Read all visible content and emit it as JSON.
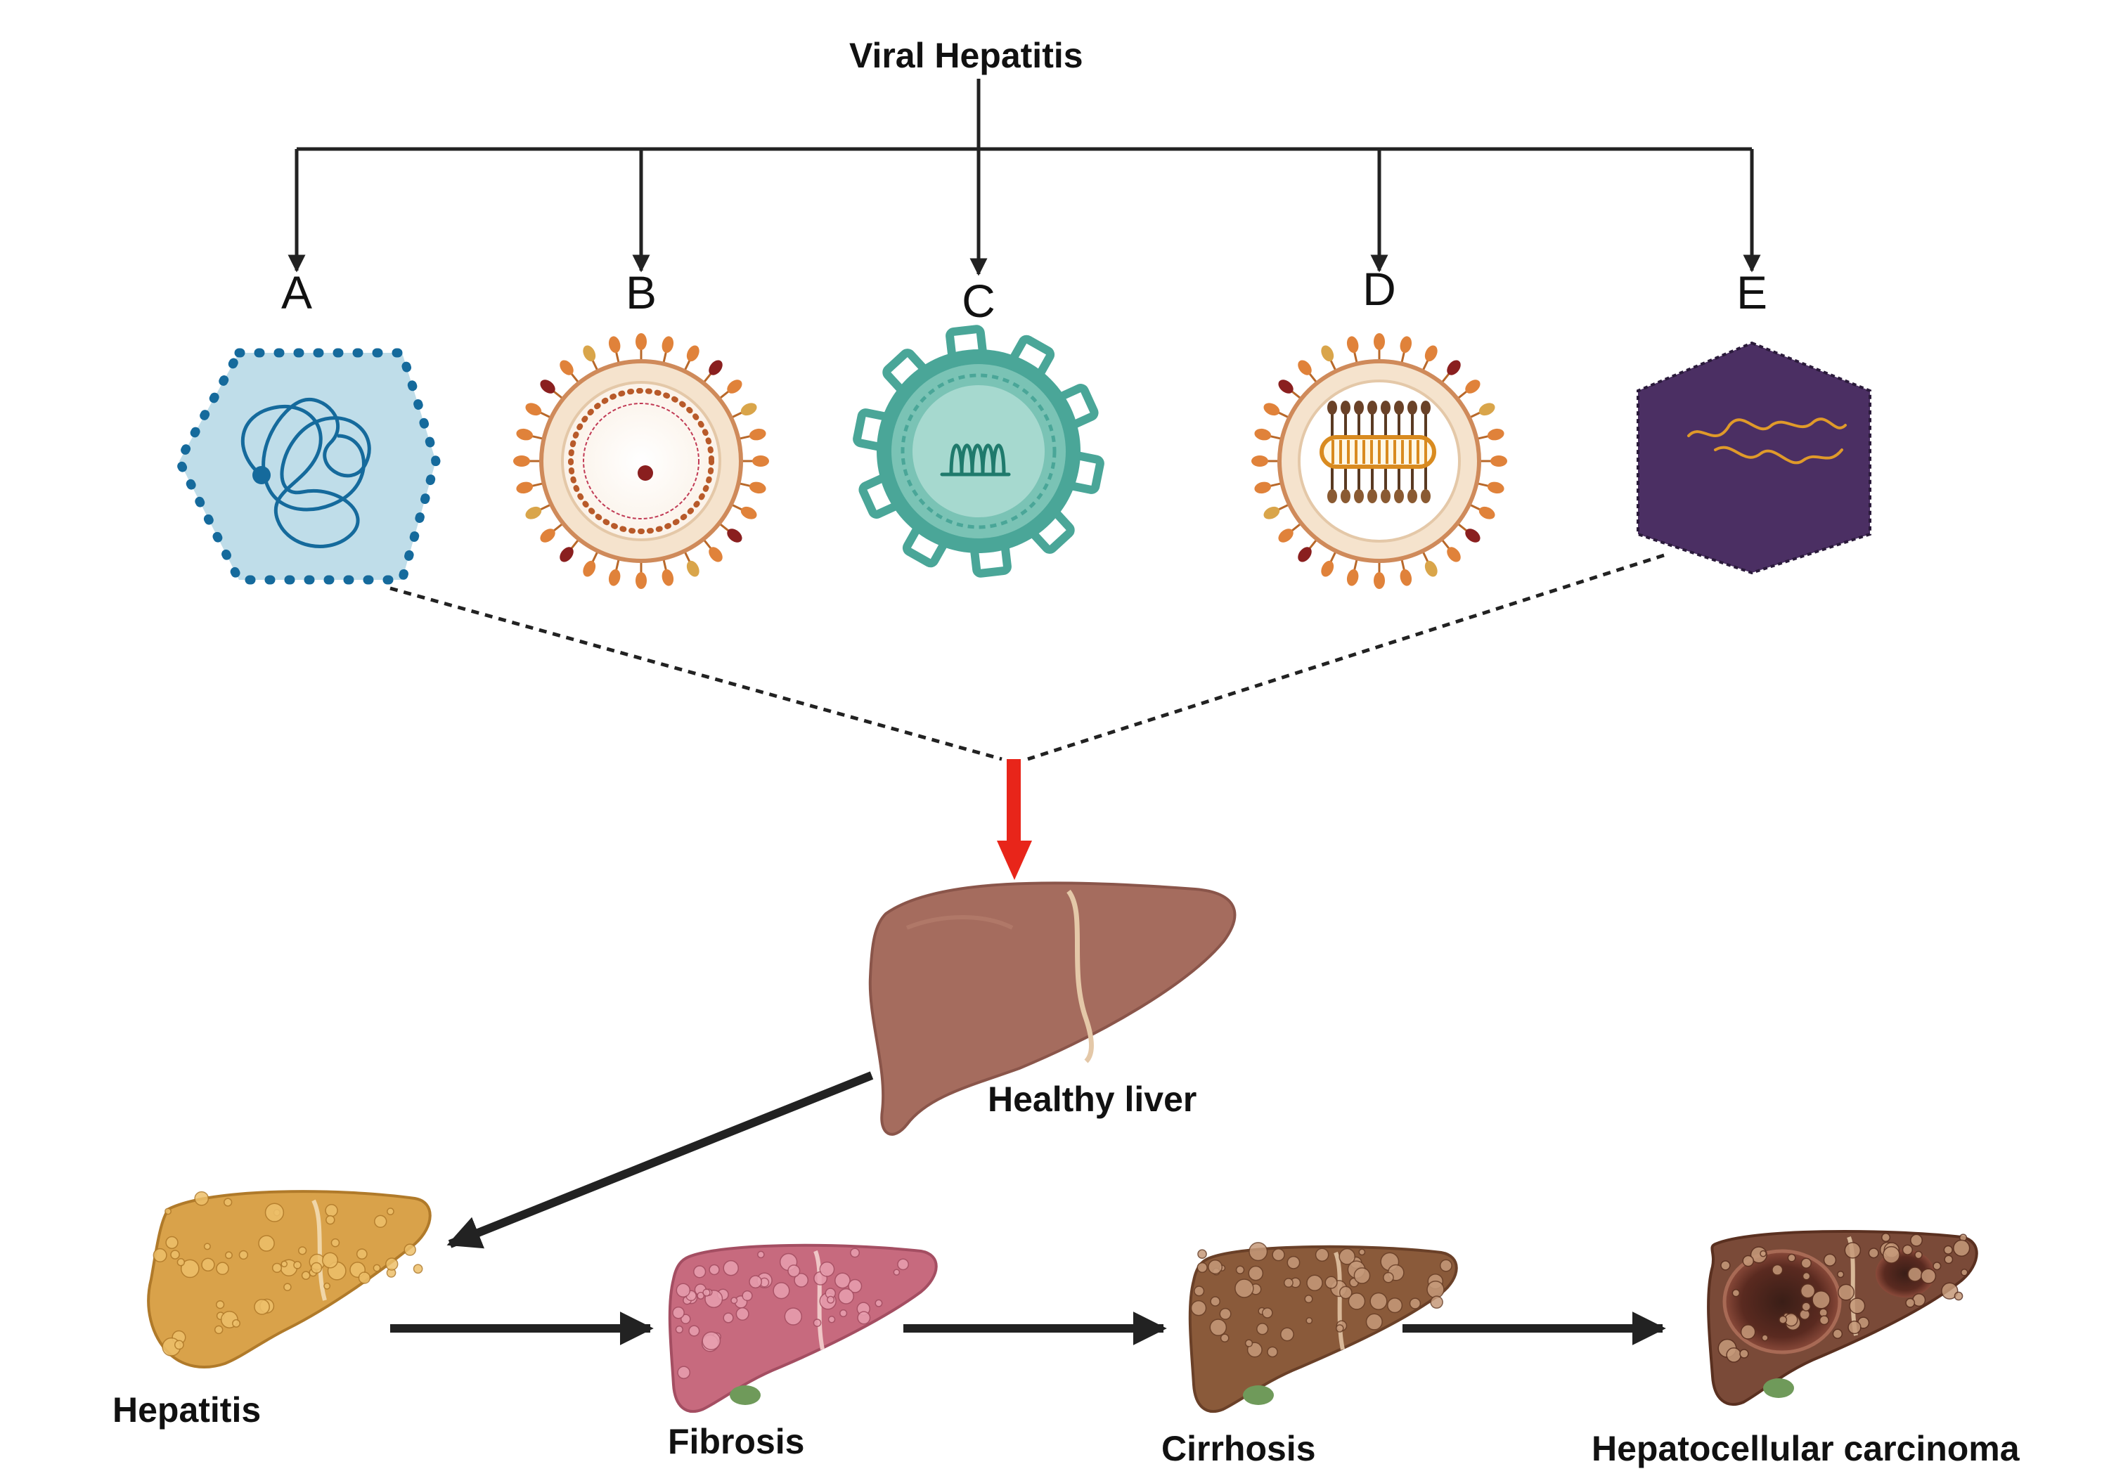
{
  "title": "Viral Hepatitis",
  "viruses": [
    {
      "letter": "A",
      "icon": "hepatitis-a-virus-icon"
    },
    {
      "letter": "B",
      "icon": "hepatitis-b-virus-icon"
    },
    {
      "letter": "C",
      "icon": "hepatitis-c-virus-icon"
    },
    {
      "letter": "D",
      "icon": "hepatitis-d-virus-icon"
    },
    {
      "letter": "E",
      "icon": "hepatitis-e-virus-icon"
    }
  ],
  "healthy_liver": {
    "label": "Healthy liver",
    "icon": "healthy-liver-icon"
  },
  "stages": [
    {
      "label": "Hepatitis",
      "icon": "hepatitis-liver-icon"
    },
    {
      "label": "Fibrosis",
      "icon": "fibrotic-liver-icon"
    },
    {
      "label": "Cirrhosis",
      "icon": "cirrhotic-liver-icon"
    },
    {
      "label": "Hepatocellular carcinoma",
      "icon": "carcinoma-liver-icon"
    }
  ],
  "colors": {
    "connector": "#222222",
    "infection_arrow": "#e8251a",
    "healthy_liver": "#a56c5e",
    "hav": "#156a9c",
    "hcv": "#4aa698",
    "hev": "#4b2f63"
  }
}
